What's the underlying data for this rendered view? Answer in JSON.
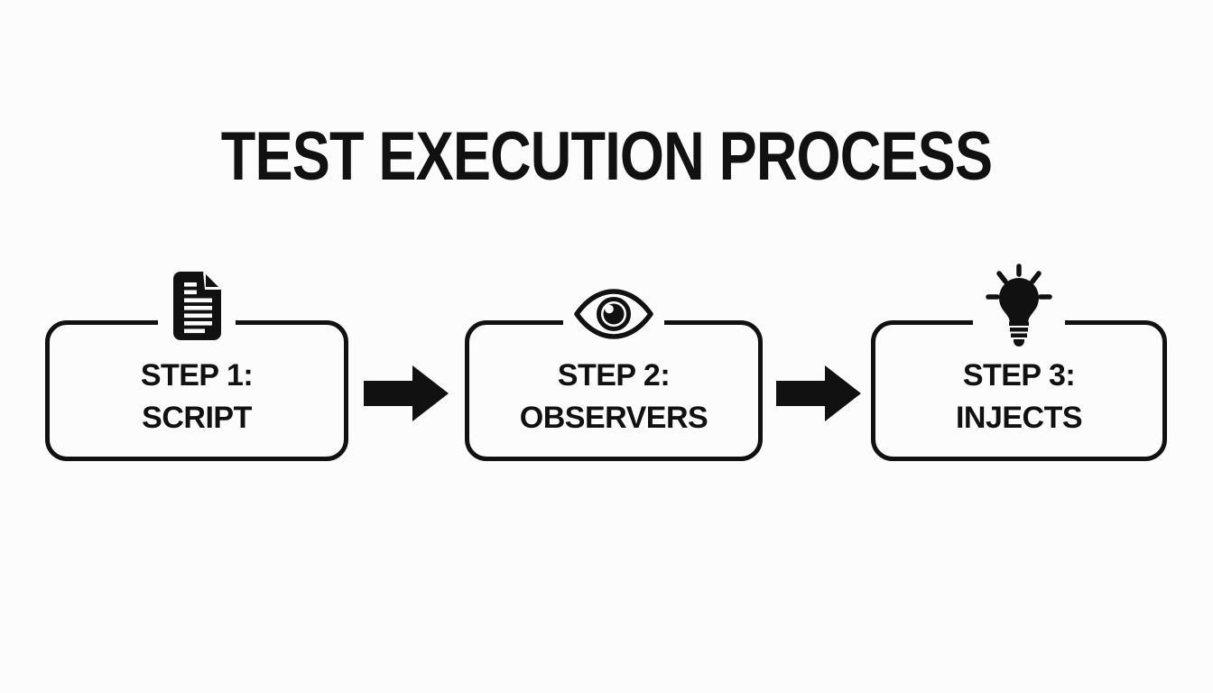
{
  "title": "TEST EXECUTION PROCESS",
  "colors": {
    "background": "#fcfcfc",
    "ink": "#111111"
  },
  "steps": [
    {
      "icon": "document-icon",
      "line1": "STEP 1:",
      "line2": "SCRIPT"
    },
    {
      "icon": "eye-icon",
      "line1": "STEP 2:",
      "line2": "OBSERVERS"
    },
    {
      "icon": "lightbulb-icon",
      "line1": "STEP 3:",
      "line2": "INJECTS"
    }
  ],
  "connectors": [
    "arrow-right-icon",
    "arrow-right-icon"
  ]
}
